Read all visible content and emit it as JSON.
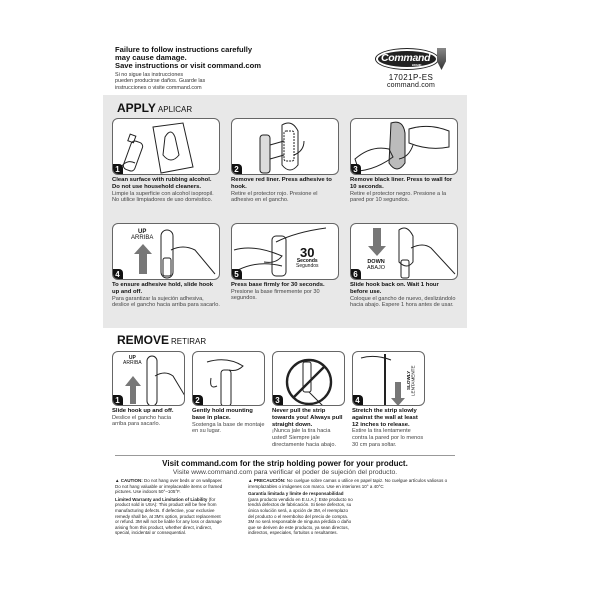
{
  "header": {
    "warning_en": [
      "Failure to follow instructions carefully",
      "may cause damage.",
      "Save instructions or visit command.com"
    ],
    "warning_es": [
      "Si no sigue las instrucciones",
      "pueden producirse daños. Guarde las",
      "instrucciones o visite command.com"
    ],
    "brand": {
      "logo_text": "Command",
      "logo_sub": "BRAND",
      "sku": "17021P-ES",
      "url": "command.com"
    }
  },
  "apply": {
    "title": "APPLY",
    "title_es": "APLICAR",
    "steps": [
      {
        "num": "1",
        "en": "Clean surface with rubbing alcohol. Do not use household cleaners.",
        "es": "Limpie la superficie con alcohol isopropil. No utilice limpiadores de uso doméstico."
      },
      {
        "num": "2",
        "en": "Remove red liner. Press adhesive to hook.",
        "es": "Retire el protector rojo. Presione el adhesivo en el gancho."
      },
      {
        "num": "3",
        "en": "Remove black liner. Press to wall for 10 seconds.",
        "es": "Retire el protector negro. Presione a la pared por 10 segundos."
      },
      {
        "num": "4",
        "en": "To ensure adhesive hold, slide hook up and off.",
        "es": "Para garantizar la sujeción adhesiva, deslice el gancho hacia arriba para sacarlo.",
        "label_en": "UP",
        "label_es": "ARRIBA"
      },
      {
        "num": "5",
        "en": "Press base firmly for 30 seconds.",
        "es": "Presione la base firmemente por 30 segundos.",
        "label_num": "30",
        "label_en": "Seconds",
        "label_es": "Segundos"
      },
      {
        "num": "6",
        "en": "Slide hook back on. Wait 1 hour before use.",
        "es": "Coloque el gancho de nuevo, deslizándolo hacia abajo. Espere 1 hora antes de usar.",
        "label_en": "DOWN",
        "label_es": "ABAJO"
      }
    ]
  },
  "remove": {
    "title": "REMOVE",
    "title_es": "RETIRAR",
    "steps": [
      {
        "num": "1",
        "en": "Slide hook up and off.",
        "es": "Deslice el gancho hacia arriba para sacarlo.",
        "label_en": "UP",
        "label_es": "ARRIBA"
      },
      {
        "num": "2",
        "en": "Gently hold mounting base in place.",
        "es": "Sostenga la base de montaje en su lugar."
      },
      {
        "num": "3",
        "en": "Never pull the strip towards you! Always pull straight down.",
        "es": "¡Nunca jale la tira hacia usted! Siempre jale directamente hacia abajo."
      },
      {
        "num": "4",
        "en": "Stretch the strip slowly against the wall at least 12 inches to release.",
        "es": "Estire la tira lentamente contra la pared por lo menos 30 cm para soltar.",
        "label_en": "SLOWLY",
        "label_es": "LENTAMENTE"
      }
    ]
  },
  "visit": {
    "en": "Visit command.com for the strip holding power for your product.",
    "es": "Visite www.command.com para verificar el poder de sujeción del producto."
  },
  "legal": {
    "caution_label": "▲ CAUTION:",
    "caution_text": "Do not hang over beds or on wallpaper. Do not hang valuable or irreplaceable items or framed pictures. Use indoors 50°–105°F.",
    "warranty_label": "Limited Warranty and Limitation of Liability",
    "warranty_text": "(for product sold in USA): This product will be free from manufacturing defects. If defective, your exclusive remedy shall be, at 3M's option, product replacement or refund. 3M will not be liable for any loss or damage arising from this product, whether direct, indirect, special, incidental or consequential.",
    "precaucion_label": "▲ PRECAUCIÓN:",
    "precaucion_text": "No cuelgue sobre camas o utilice en papel tapiz. No cuelgue artículos valiosos o irremplazables o imágenes con marco. Use en interiores 10° a 40°C",
    "garantia_label": "Garantía limitada y límite de responsabilidad",
    "garantia_text": "(para producto vendido en E.U.A.): Este producto no tendrá defectos de fabricación. Si tiene defectos, su única solución será, a opción de 3M, el reemplazo del producto o el reembolso del precio de compra. 3M no será responsable de ninguna pérdida o daño que se deriven de este producto, ya sean directos, indirectos, especiales, fortuitos o resultantes."
  },
  "colors": {
    "panel_bg": "#e8e8e8",
    "text": "#111111",
    "border": "#666666"
  }
}
